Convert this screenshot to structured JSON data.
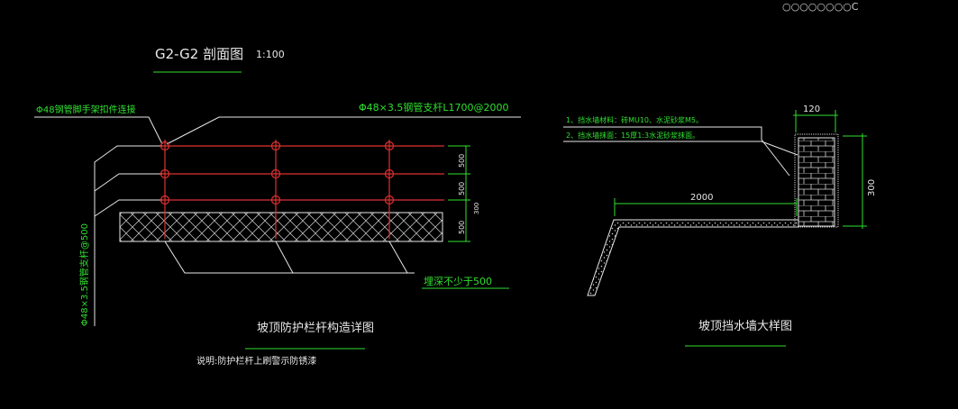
{
  "drawing": {
    "section_title": "G2-G2 剖面图",
    "section_scale": "1:100",
    "top_right_text": "○○○○○○○○C",
    "left_detail": {
      "callout_fastener": "Φ48钢管脚手架扣件连接",
      "callout_rail": "Φ48×3.5钢管支杆L1700@2000",
      "callout_post": "Φ48×3.5钢管支杆@500",
      "dim_1": "500",
      "dim_2": "500",
      "dim_3": "500",
      "dim_total": "300",
      "embed_depth": "埋深不少于500",
      "title": "坡顶防护栏杆构造详图",
      "note": "说明:防护栏杆上刷警示防锈漆"
    },
    "right_detail": {
      "note_1": "1、挡水墙材料：砖MU10、水泥砂浆M5。",
      "note_2": "2、挡水墙抹面：15厚1:3水泥砂浆抹面。",
      "dim_width": "120",
      "dim_height": "300",
      "dim_length": "2000",
      "title": "坡顶挡水墙大样图"
    }
  },
  "colors": {
    "line_white": "#e8e8e8",
    "text_green": "#2fe02f",
    "rail_red": "#e03030",
    "background": "#000000"
  }
}
